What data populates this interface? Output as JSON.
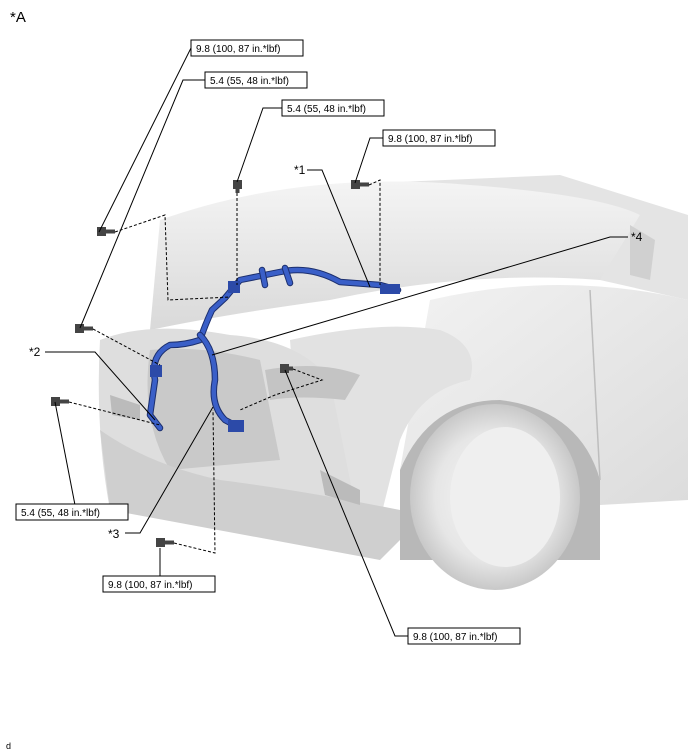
{
  "view_label": "*A",
  "footer_code": "d",
  "callouts": {
    "c1": "*1",
    "c2": "*2",
    "c3": "*3",
    "c4": "*4"
  },
  "torques": {
    "t1": "9.8 (100, 87 in.*lbf)",
    "t2": "5.4 (55, 48 in.*lbf)",
    "t3": "5.4 (55, 48 in.*lbf)",
    "t4": "9.8 (100, 87 in.*lbf)",
    "t5": "5.4 (55, 48 in.*lbf)",
    "t6": "9.8 (100, 87 in.*lbf)",
    "t7": "9.8 (100, 87 in.*lbf)"
  },
  "colors": {
    "harness": "#3a5fc8",
    "body_shade": "#e9e9e9"
  }
}
